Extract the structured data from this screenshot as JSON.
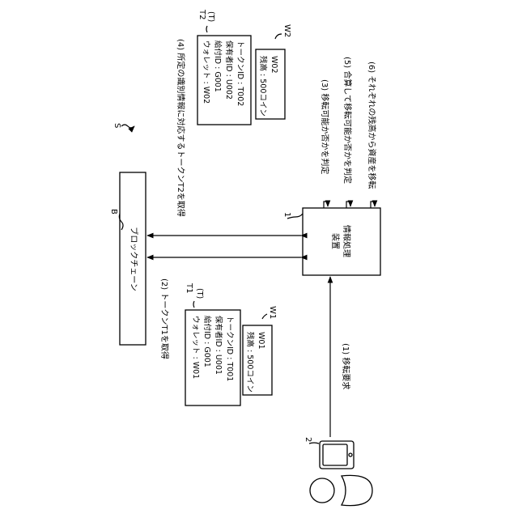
{
  "figure_label": "S",
  "blockchain": {
    "ref": "B",
    "label": "ブロックチェーン"
  },
  "processor": {
    "ref": "1",
    "line1": "情報処理",
    "line2": "装置"
  },
  "terminal": {
    "ref": "2"
  },
  "token_t1": {
    "ref": "T1",
    "ref_sub": "(T)",
    "lines": [
      "トークンID : T001",
      "保有者ID : U001",
      "給付ID : G001",
      "ウォレット : W01"
    ]
  },
  "wallet_w1": {
    "ref": "W1",
    "lines": [
      "W01",
      "残高 : 500コイン"
    ]
  },
  "token_t2": {
    "ref": "T2",
    "ref_sub": "(T)",
    "lines": [
      "トークンID : T002",
      "保有者ID : U002",
      "給付ID : G001",
      "ウォレット : W02"
    ]
  },
  "wallet_w2": {
    "ref": "W2",
    "lines": [
      "W02",
      "残高 : 500コイン"
    ]
  },
  "steps": {
    "s1": "(1) 移転要求",
    "s2": "(2) トークンT1を取得",
    "s3": "(3) 移転可能か否かを判定",
    "s4": "(4) 所定の識別情報に対応するトークンT2を取得",
    "s5": "(5) 合算して移転可能か否かを判定",
    "s6": "(6) それぞれの残高から資産を移転"
  }
}
